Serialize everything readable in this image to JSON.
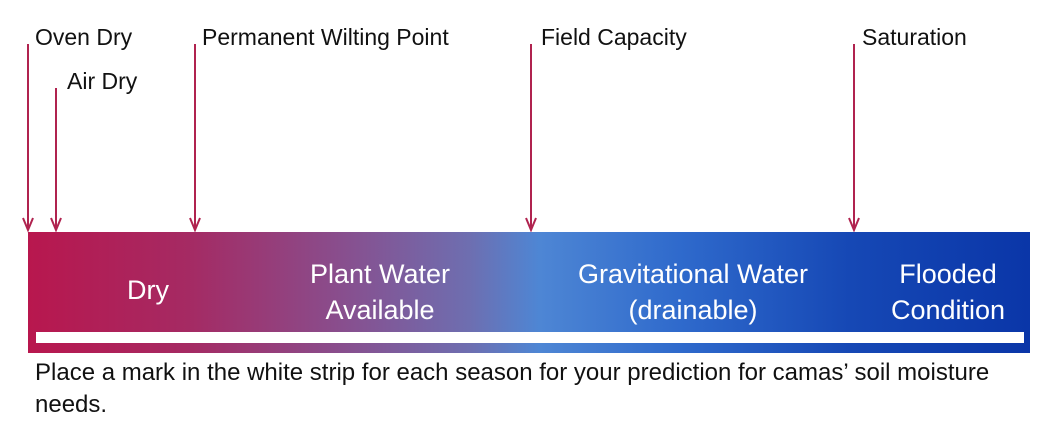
{
  "markers": {
    "oven_dry": "Oven Dry",
    "air_dry": "Air Dry",
    "permanent_wilting_point": "Permanent Wilting Point",
    "field_capacity": "Field Capacity",
    "saturation": "Saturation"
  },
  "zones": {
    "dry": "Dry",
    "plant_water_line1": "Plant Water",
    "plant_water_line2": "Available",
    "gravitational_line1": "Gravitational Water",
    "gravitational_line2": "(drainable)",
    "flooded_line1": "Flooded",
    "flooded_line2": "Condition"
  },
  "colors": {
    "arrow": "#b0234f",
    "bar_start": "#b8174e",
    "bar_mid": "#4e86d4",
    "bar_end": "#0a36a8"
  },
  "instruction": "Place a mark in the white strip for each season for your prediction for camas’ soil moisture needs."
}
